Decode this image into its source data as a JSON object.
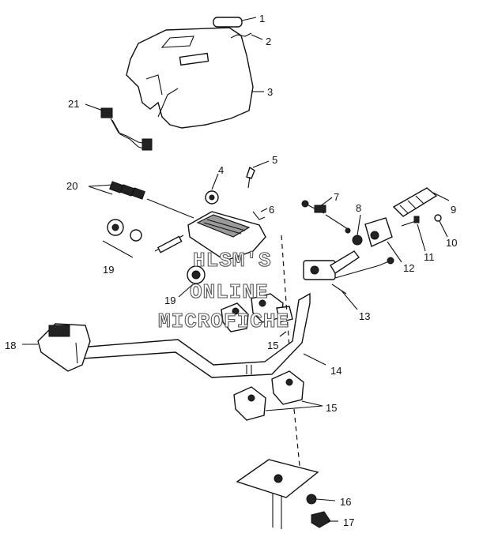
{
  "watermark": {
    "line1": "HLSM'S",
    "line2": "ONLINE",
    "line3": "MICROFICHE"
  },
  "callouts": [
    {
      "id": "c1",
      "label": "1"
    },
    {
      "id": "c2",
      "label": "2"
    },
    {
      "id": "c3",
      "label": "3"
    },
    {
      "id": "c4",
      "label": "4"
    },
    {
      "id": "c5",
      "label": "5"
    },
    {
      "id": "c6",
      "label": "6"
    },
    {
      "id": "c7",
      "label": "7"
    },
    {
      "id": "c8",
      "label": "8"
    },
    {
      "id": "c9",
      "label": "9"
    },
    {
      "id": "c10",
      "label": "10"
    },
    {
      "id": "c11",
      "label": "11"
    },
    {
      "id": "c12",
      "label": "12"
    },
    {
      "id": "c13",
      "label": "13"
    },
    {
      "id": "c14",
      "label": "14"
    },
    {
      "id": "c15a",
      "label": "15"
    },
    {
      "id": "c15b",
      "label": "15"
    },
    {
      "id": "c16",
      "label": "16"
    },
    {
      "id": "c17",
      "label": "17"
    },
    {
      "id": "c18",
      "label": "18"
    },
    {
      "id": "c19a",
      "label": "19"
    },
    {
      "id": "c19b",
      "label": "19"
    },
    {
      "id": "c20",
      "label": "20"
    },
    {
      "id": "c21",
      "label": "21"
    }
  ]
}
